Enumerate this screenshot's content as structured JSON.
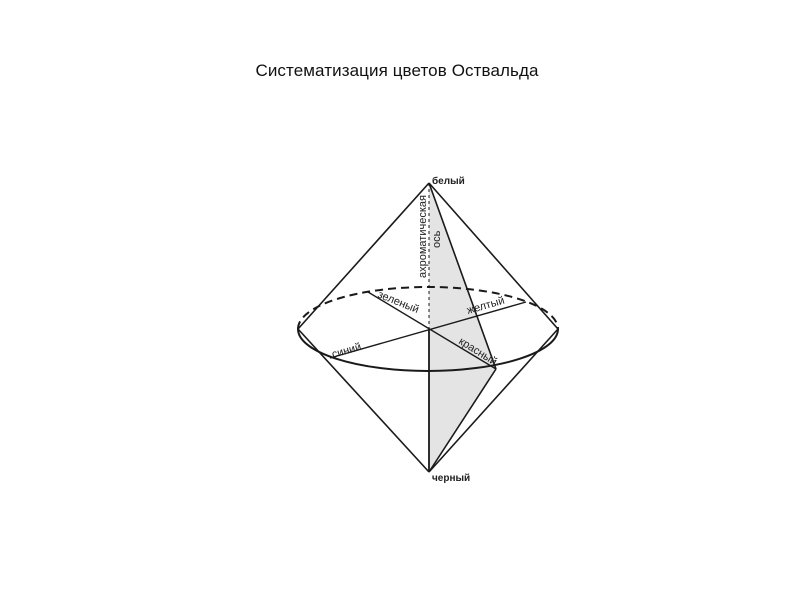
{
  "title": "Систематизация цветов Оствальда",
  "labels": {
    "white": "белый",
    "black": "черный",
    "green": "зеленый",
    "yellow": "желтый",
    "blue": "синий",
    "red": "красный",
    "axis": "ахроматическая",
    "axis2": "ось"
  },
  "colors": {
    "line": "#1a1a1a",
    "shade": "#e4e4e4"
  }
}
